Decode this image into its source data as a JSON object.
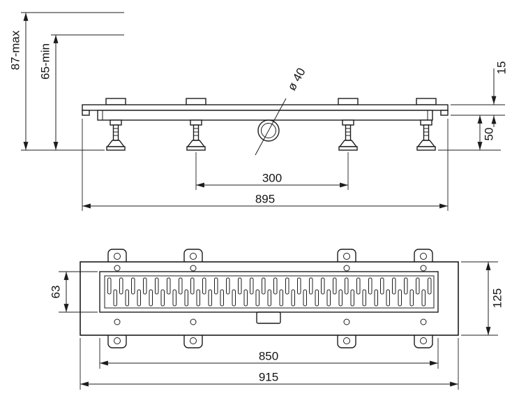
{
  "colors": {
    "background": "#ffffff",
    "line": "#1c1c1c",
    "text": "#141414"
  },
  "side_view": {
    "dims": {
      "height_max": "87-max",
      "height_min": "65-min",
      "outlet_diameter": "ø 40",
      "edge_height": "15",
      "body_depth": "50",
      "center_span": "300",
      "length": "895"
    }
  },
  "plan_view": {
    "dims": {
      "grate_width": "63",
      "overall_width": "125",
      "grate_length": "850",
      "overall_length": "915"
    }
  }
}
